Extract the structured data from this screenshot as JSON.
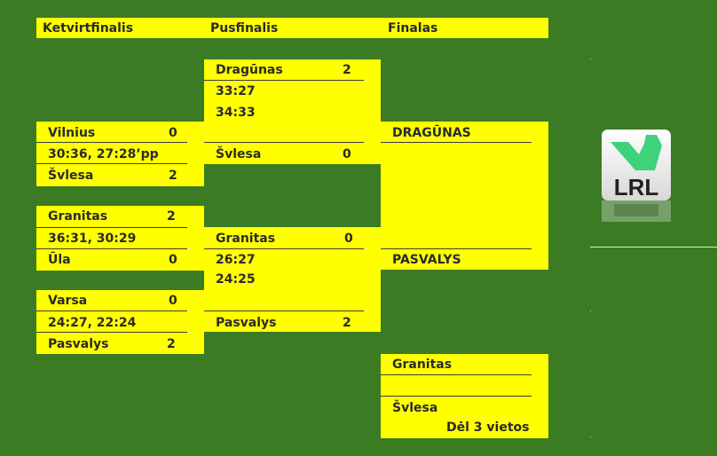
{
  "headers": {
    "quarterfinals": "Ketvirtfinalis",
    "semifinals": "Pusfinalis",
    "finals": "Finalas"
  },
  "quarterfinals": [
    {
      "team1": "Vilnius",
      "score1": "0",
      "scores": "30:36, 27:28’pp",
      "team2": "Švlesa",
      "score2": "2"
    },
    {
      "team1": "Granitas",
      "score1": "2",
      "scores": "36:31, 30:29",
      "team2": "Ūla",
      "score2": "0"
    },
    {
      "team1": "Varsa",
      "score1": "0",
      "scores": "24:27, 22:24",
      "team2": "Pasvalys",
      "score2": "2"
    }
  ],
  "semifinals": [
    {
      "team1": "Dragūnas",
      "score1": "2",
      "set1": "33:27",
      "set2": "34:33",
      "team2": "Švlesa",
      "score2": "0"
    },
    {
      "team1": "Granitas",
      "score1": "0",
      "set1": "26:27",
      "set2": "24:25",
      "team2": "Pasvalys",
      "score2": "2"
    }
  ],
  "final": {
    "team1": "DRAGŪNAS",
    "team2": "PASVALYS"
  },
  "third_place": {
    "team1": "Granitas",
    "team2": "Švlesa",
    "label": "Dėl 3 vietos"
  },
  "logo": {
    "text": "LRL",
    "icon": "lrl-checkmark-logo-icon"
  },
  "colors": {
    "background": "#3a7b23",
    "box": "#ffff00",
    "logo_green": "#3ed27a"
  }
}
